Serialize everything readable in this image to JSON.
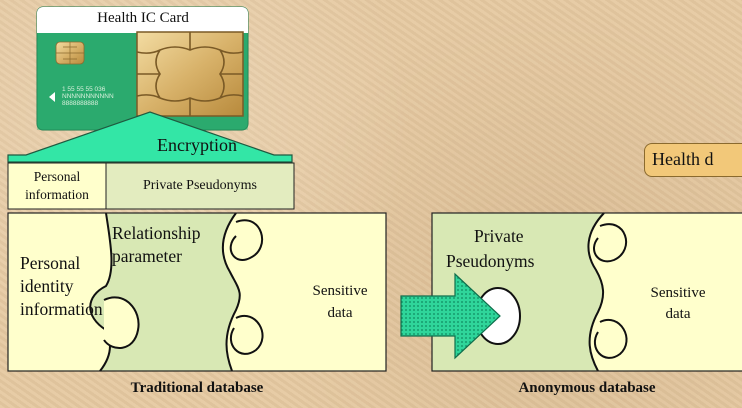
{
  "card": {
    "title": "Health IC Card",
    "number_lines": [
      "1  55  55  55  036",
      "NNNNNNNNNNN",
      "8888888888"
    ]
  },
  "encryption": {
    "label": "Encryption"
  },
  "header_cells": {
    "personal_line1": "Personal",
    "personal_line2": "information",
    "pseudonyms": "Private Pseudonyms"
  },
  "traditional_db": {
    "personal_lines": [
      "Personal",
      "identity",
      "information"
    ],
    "relationship_lines": [
      "Relationship",
      "parameter"
    ],
    "sensitive_lines": [
      "Sensitive",
      "data"
    ],
    "caption": "Traditional database"
  },
  "anonymous_db": {
    "pseudonym_lines": [
      "Private",
      "Pseudonyms"
    ],
    "sensitive_lines": [
      "Sensitive",
      "data"
    ],
    "caption": "Anonymous database"
  },
  "health_box": {
    "label": "Health d"
  },
  "colors": {
    "card_green": "#2aa56a",
    "arrow_green": "#33e6a6",
    "cream": "#ffffcc",
    "light_green": "#d8e8b4",
    "health_box": "#f2c879"
  }
}
